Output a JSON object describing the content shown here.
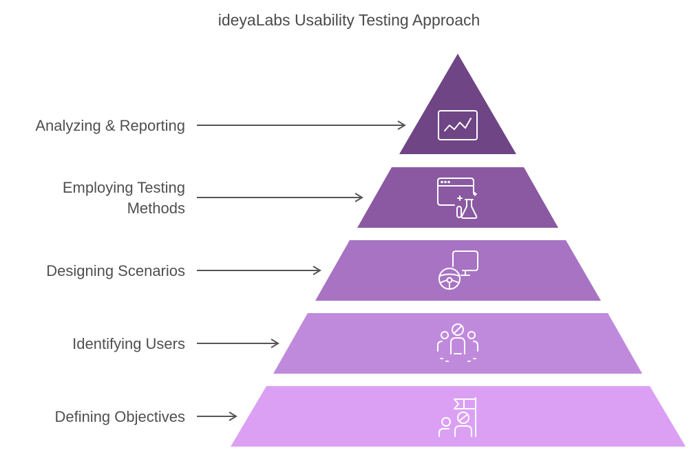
{
  "title": "ideyaLabs Usability Testing Approach",
  "levels": [
    {
      "label": "Analyzing & Reporting",
      "icon": "chart-icon",
      "color": "#6f4585"
    },
    {
      "label": "Employing Testing\nMethods",
      "icon": "browser-lab-icon",
      "color": "#8a59a2"
    },
    {
      "label": "Designing Scenarios",
      "icon": "steering-monitor-icon",
      "color": "#a873c3"
    },
    {
      "label": "Identifying Users",
      "icon": "users-icon",
      "color": "#c08adc"
    },
    {
      "label": "Defining Objectives",
      "icon": "flag-people-icon",
      "color": "#dba0f4"
    }
  ],
  "colors": {
    "arrow": "#555555",
    "icon_stroke": "#ffffff",
    "text": "#4f4f4f"
  }
}
